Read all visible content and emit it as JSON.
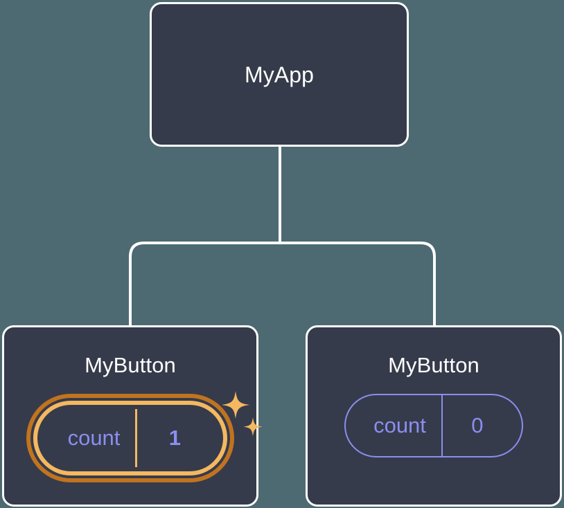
{
  "diagram": {
    "type": "component-tree",
    "background_color": "#4d6a72",
    "node_fill_color": "#353b4a",
    "node_border_color": "#ffffff",
    "connector_color": "#ffffff",
    "state_text_color": "#8b8ef0",
    "highlight_outer_color": "#c1731f",
    "highlight_inner_color": "#f5b860"
  },
  "root": {
    "title": "MyApp"
  },
  "children": [
    {
      "title": "MyButton",
      "state": {
        "key": "count",
        "value": "1"
      },
      "highlighted": true,
      "sparkle_large": "sparkle-icon",
      "sparkle_small": "sparkle-icon"
    },
    {
      "title": "MyButton",
      "state": {
        "key": "count",
        "value": "0"
      },
      "highlighted": false
    }
  ]
}
